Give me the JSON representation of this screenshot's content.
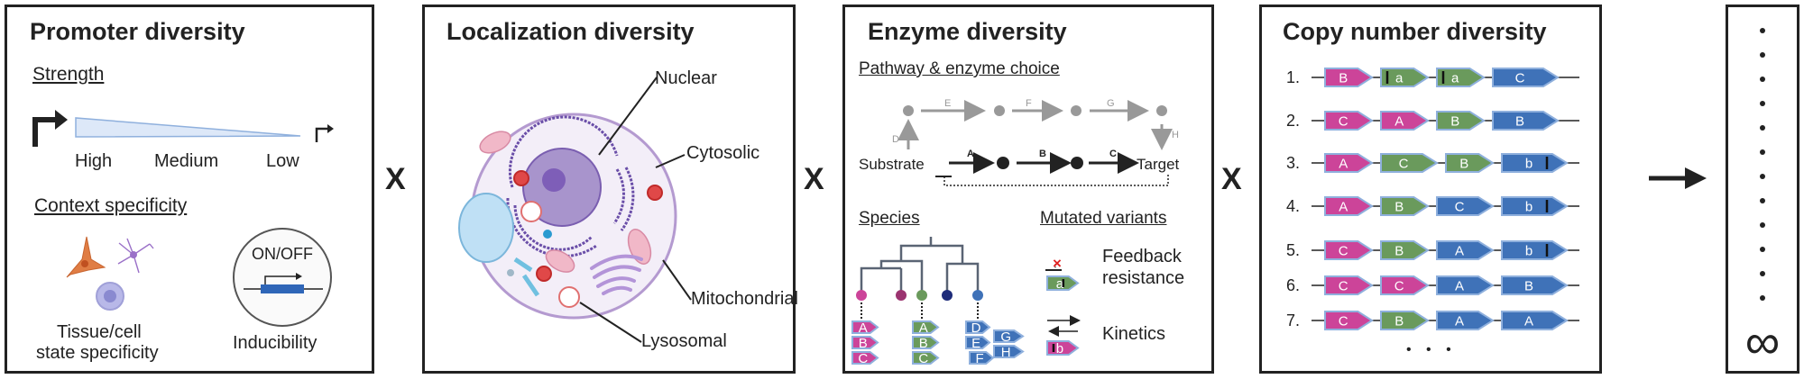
{
  "colors": {
    "magenta": "#cc4499",
    "green": "#6a9a5c",
    "blue": "#3f72b8",
    "navy": "#1e2c7a",
    "plum": "#9b3470",
    "gray": "#999999",
    "border": "#222222",
    "gene_outline": "#8fb0dd"
  },
  "operators": {
    "times": "X",
    "result_arrow": "right-arrow",
    "infinity": "∞"
  },
  "promoter": {
    "title": "Promoter diversity",
    "strength_heading": "Strength",
    "strength_labels": [
      "High",
      "Medium",
      "Low"
    ],
    "context_heading": "Context specificity",
    "tissue_label_line1": "Tissue/cell",
    "tissue_label_line2": "state specificity",
    "inducibility_switch": "ON/OFF",
    "inducibility_label": "Inducibility"
  },
  "localization": {
    "title": "Localization diversity",
    "labels": {
      "nuclear": "Nuclear",
      "cytosolic": "Cytosolic",
      "mitochondrial": "Mitochondrial",
      "lysosomal": "Lysosomal"
    }
  },
  "enzyme": {
    "title": "Enzyme diversity",
    "pathway_heading": "Pathway & enzyme choice",
    "substrate": "Substrate",
    "target": "Target",
    "main_steps": [
      "A",
      "B",
      "C"
    ],
    "alt_steps": [
      "D",
      "E",
      "F",
      "G",
      "H"
    ],
    "species_heading": "Species",
    "variants_heading": "Mutated variants",
    "feedback_label_line1": "Feedback",
    "feedback_label_line2": "resistance",
    "feedback_gene": "a",
    "kinetics_label": "Kinetics",
    "kinetics_gene": "b",
    "species_genes": [
      {
        "color": "magenta",
        "genes": [
          "A",
          "B",
          "C"
        ]
      },
      {
        "color": "green",
        "genes": [
          "A",
          "B",
          "C"
        ]
      },
      {
        "color": "blue",
        "genes": [
          "D",
          "E",
          "F",
          "G",
          "H"
        ]
      }
    ]
  },
  "copy_number": {
    "title": "Copy number diversity",
    "rows": [
      {
        "num": "1.",
        "genes": [
          {
            "t": "B",
            "c": "magenta"
          },
          {
            "t": "a",
            "c": "green",
            "m": "left"
          },
          {
            "t": "a",
            "c": "green",
            "m": "left"
          },
          {
            "t": "C",
            "c": "blue"
          }
        ]
      },
      {
        "num": "2.",
        "genes": [
          {
            "t": "C",
            "c": "magenta"
          },
          {
            "t": "A",
            "c": "magenta"
          },
          {
            "t": "B",
            "c": "green"
          },
          {
            "t": "B",
            "c": "blue"
          }
        ]
      },
      {
        "num": "3.",
        "genes": [
          {
            "t": "A",
            "c": "magenta"
          },
          {
            "t": "C",
            "c": "green"
          },
          {
            "t": "B",
            "c": "green"
          },
          {
            "t": "b",
            "c": "blue",
            "m": "right"
          }
        ]
      },
      {
        "num": "4.",
        "genes": [
          {
            "t": "A",
            "c": "magenta"
          },
          {
            "t": "B",
            "c": "green"
          },
          {
            "t": "C",
            "c": "blue"
          },
          {
            "t": "b",
            "c": "blue",
            "m": "right"
          }
        ]
      },
      {
        "num": "5.",
        "genes": [
          {
            "t": "C",
            "c": "magenta"
          },
          {
            "t": "B",
            "c": "green"
          },
          {
            "t": "A",
            "c": "blue"
          },
          {
            "t": "b",
            "c": "blue",
            "m": "right"
          }
        ]
      },
      {
        "num": "6.",
        "genes": [
          {
            "t": "C",
            "c": "magenta"
          },
          {
            "t": "C",
            "c": "magenta"
          },
          {
            "t": "A",
            "c": "blue"
          },
          {
            "t": "B",
            "c": "blue"
          }
        ]
      },
      {
        "num": "7.",
        "genes": [
          {
            "t": "C",
            "c": "magenta"
          },
          {
            "t": "B",
            "c": "green"
          },
          {
            "t": "A",
            "c": "blue"
          },
          {
            "t": "A",
            "c": "blue"
          }
        ]
      }
    ],
    "ellipsis": "• • •"
  }
}
